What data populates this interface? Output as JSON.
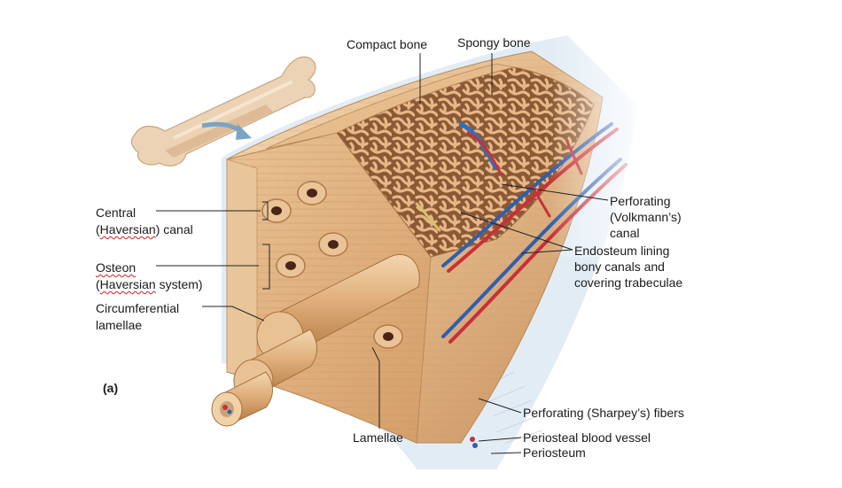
{
  "labels": {
    "compact_bone": "Compact bone",
    "spongy_bone": "Spongy bone",
    "central_line1": "Central",
    "central_line2_a": "Haversian",
    "central_line2_b": ") canal",
    "osteon_line1": "Osteon",
    "osteon_line2_a": "Haversian",
    "osteon_line2_b": " system)",
    "circumferential_line1": "Circumferential",
    "circumferential_line2": "lamellae",
    "panel_letter": "(a)",
    "perforating_line1": "Perforating",
    "perforating_line2": "(Volkmann’s)",
    "perforating_line3": "canal",
    "endosteum_line1": "Endosteum lining",
    "endosteum_line2": "bony canals and",
    "endosteum_line3": "covering trabeculae",
    "sharpey": "Perforating (Sharpey’s) fibers",
    "periosteal_vessel": "Periosteal blood vessel",
    "periosteum": "Periosteum",
    "lamellae": "Lamellae"
  },
  "colors": {
    "bone_light": "#f2d3ad",
    "bone_mid": "#dcae7c",
    "bone_dark": "#b9824f",
    "spongy": "#c98a58",
    "artery": "#c8303a",
    "vein": "#2f5fae",
    "periosteum": "#dde9f3",
    "leader": "#222222"
  }
}
